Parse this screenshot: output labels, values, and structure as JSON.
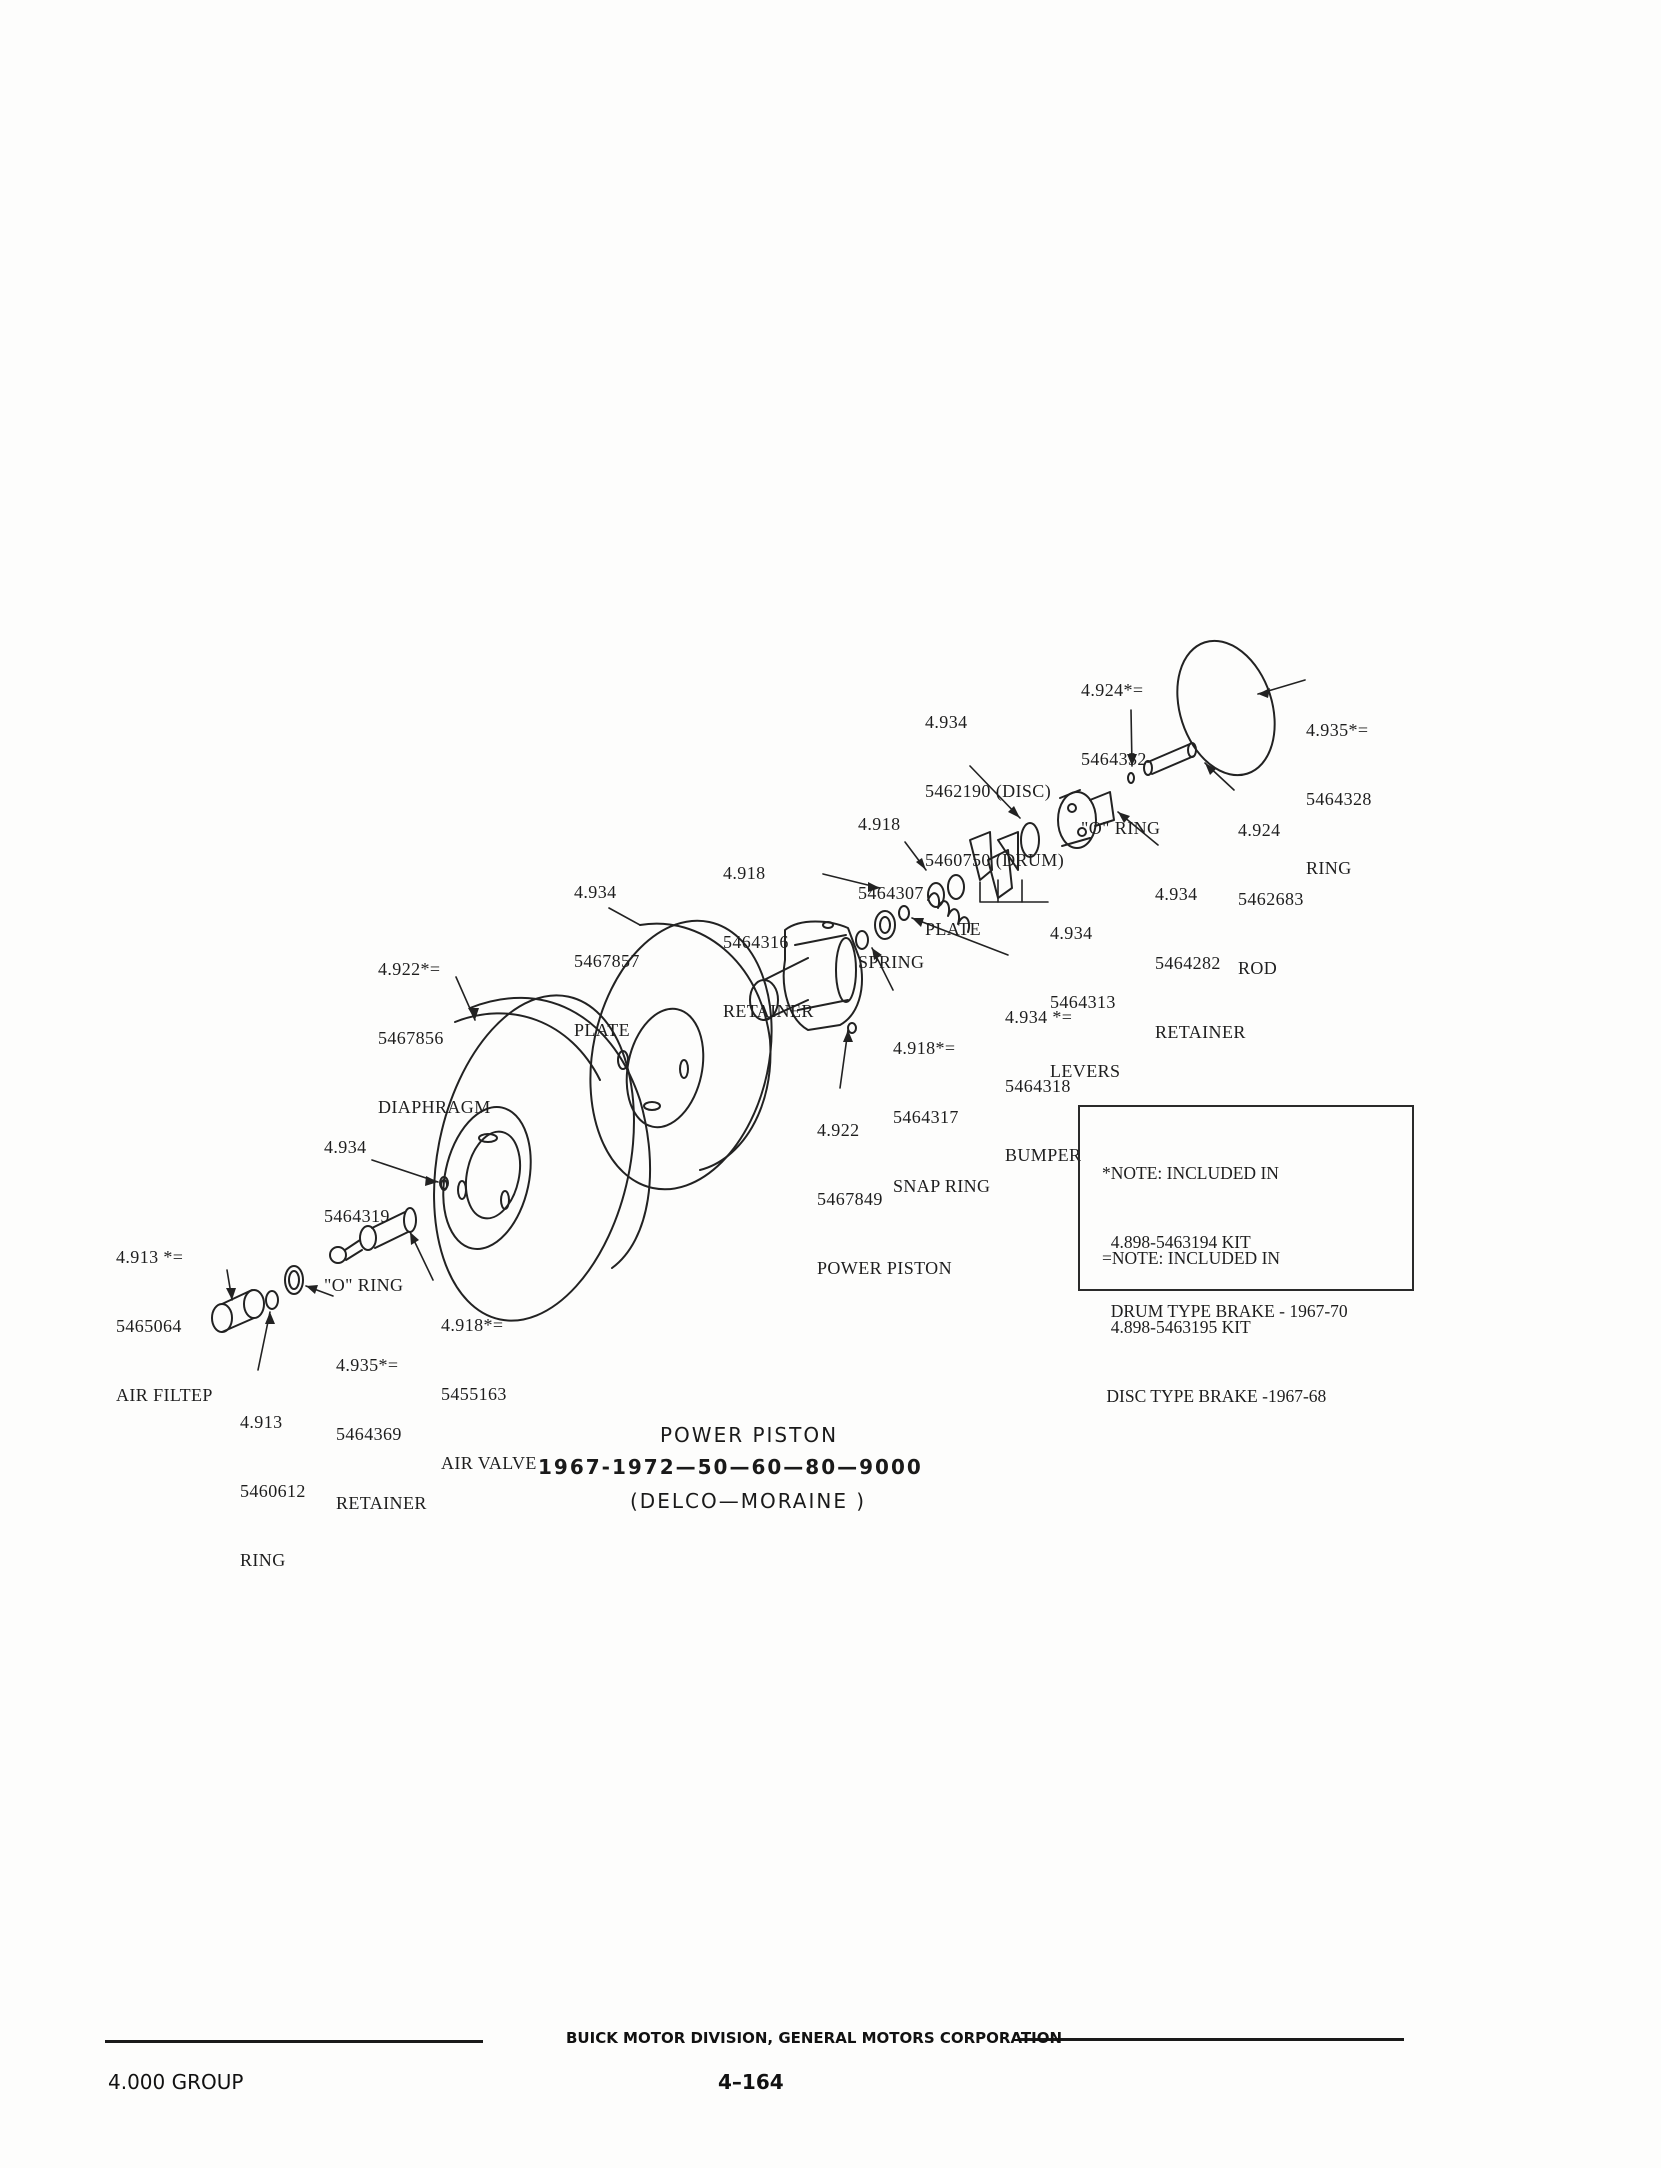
{
  "labels": {
    "diaphragm": [
      "4.922*=",
      "5467856",
      "DIAPHRAGM"
    ],
    "plate_large": [
      "4.934",
      "5467857",
      "PLATE"
    ],
    "retainer_418": [
      "4.918",
      "5464316",
      "RETAINER"
    ],
    "spring": [
      "4.918",
      "5464307",
      "SPRING"
    ],
    "plate_disc_drum": [
      "4.934",
      "5462190 (DISC)",
      "5460750 (DRUM)",
      "PLATE"
    ],
    "o_ring_924": [
      "4.924*=",
      "5464332",
      "\"O\" RING"
    ],
    "ring_935": [
      "4.935*=",
      "5464328",
      "RING"
    ],
    "rod": [
      "4.924",
      "5462683",
      "ROD"
    ],
    "retainer_934": [
      "4.934",
      "5464282",
      "RETAINER"
    ],
    "levers": [
      "4.934",
      "5464313",
      "LEVERS"
    ],
    "bumper": [
      "4.934 *=",
      "5464318",
      "BUMPER"
    ],
    "snap_ring": [
      "4.918*=",
      "5464317",
      "SNAP RING"
    ],
    "power_piston": [
      "4.922",
      "5467849",
      "POWER PISTON"
    ],
    "o_ring_319": [
      "4.934",
      "5464319",
      "\"O\" RING"
    ],
    "air_filter": [
      "4.913 *=",
      "5465064",
      "AIR FILTEP"
    ],
    "air_valve": [
      "4.918*=",
      "5455163",
      "AIR VALVE"
    ],
    "retainer_369": [
      "4.935*=",
      "5464369",
      "RETAINER"
    ],
    "ring_612": [
      "4.913",
      "5460612",
      "RING"
    ]
  },
  "notes": {
    "note1": [
      "*NOTE: INCLUDED IN",
      "  4.898-5463194 KIT",
      "  DRUM TYPE BRAKE - 1967-70"
    ],
    "note2": [
      "=NOTE: INCLUDED IN",
      "  4.898-5463195 KIT",
      " DISC TYPE BRAKE -1967-68"
    ]
  },
  "caption": {
    "title": "POWER PISTON",
    "years": "1967-1972—50—60—80—9000",
    "maker": "(DELCO—MORAINE )"
  },
  "footer": {
    "division": "BUICK MOTOR DIVISION, GENERAL MOTORS CORPORATION",
    "group": "4.000 GROUP",
    "page": "4–164"
  }
}
